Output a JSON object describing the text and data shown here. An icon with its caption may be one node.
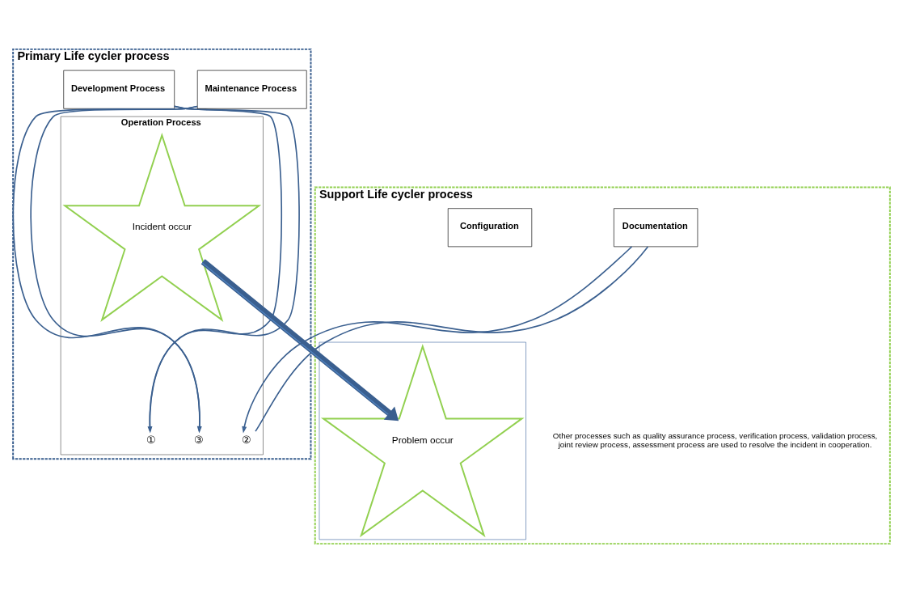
{
  "diagram": {
    "nodes": [
      {
        "text": [
          "Primary Life cycler process"
        ]
      },
      {
        "text": [
          "Development Process"
        ],
        "in": 0
      },
      {
        "text": [
          "Operation Process"
        ],
        "in": 0
      },
      {
        "text": [
          "Incident occur"
        ],
        "in": 2
      },
      {
        "text": [
          "Maintenance Process"
        ],
        "in": 0
      },
      {
        "text": [
          "Support Life cycler process"
        ]
      },
      {
        "text": [],
        "shape": "box",
        "in": 5
      },
      {
        "text": [
          "Problem occur"
        ],
        "in": 6
      },
      {
        "text": [
          "Configuration"
        ],
        "in": 5
      },
      {
        "text": [
          "Documentation"
        ],
        "in": 5
      },
      {
        "text": [
          "①"
        ],
        "in": 2
      },
      {
        "text": [
          "②"
        ],
        "in": 2
      },
      {
        "text": [
          "③"
        ],
        "in": 2
      }
    ],
    "edges": [
      {
        "from": 3,
        "to": 7,
        "arrow": "to",
        "style": "thick"
      },
      {
        "from": 10,
        "to": 1,
        "arrow": "none"
      },
      {
        "from": 1,
        "to": 10,
        "arrow": "to"
      },
      {
        "from": 11,
        "to": 9,
        "arrow": "none"
      },
      {
        "from": 9,
        "to": 11,
        "arrow": "to"
      },
      {
        "from": 12,
        "to": 4,
        "arrow": "none"
      },
      {
        "from": 4,
        "to": 12,
        "arrow": "to"
      }
    ],
    "labels": [
      "Other processes such as quality assurance process, verification process, validation process, joint review process, assessment process are used to resolve the incident in cooperation."
    ]
  }
}
